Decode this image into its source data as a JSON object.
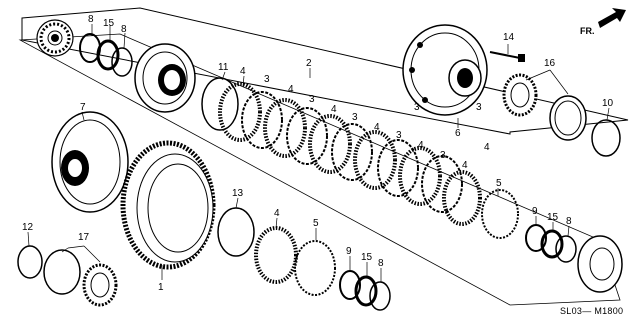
{
  "diagram": {
    "code": "SL03— M1800",
    "direction": "FR.",
    "callouts": {
      "c1": "1",
      "c2": "2",
      "c3a": "3",
      "c3b": "3",
      "c3c": "3",
      "c3d": "3",
      "c3e": "3",
      "c3f": "3",
      "c3g": "3",
      "c4a": "4",
      "c4b": "4",
      "c4c": "4",
      "c4d": "4",
      "c4e": "4",
      "c4f": "4",
      "c4g": "4",
      "c4h": "4",
      "c5a": "5",
      "c5b": "5",
      "c6": "6",
      "c7": "7",
      "c8a": "8",
      "c8b": "8",
      "c8c": "8",
      "c8d": "8",
      "c9a": "9",
      "c9b": "9",
      "c10": "10",
      "c11": "11",
      "c12": "12",
      "c13": "13",
      "c14": "14",
      "c15a": "15",
      "c15b": "15",
      "c15c": "15",
      "c16": "16",
      "c17": "17"
    }
  }
}
